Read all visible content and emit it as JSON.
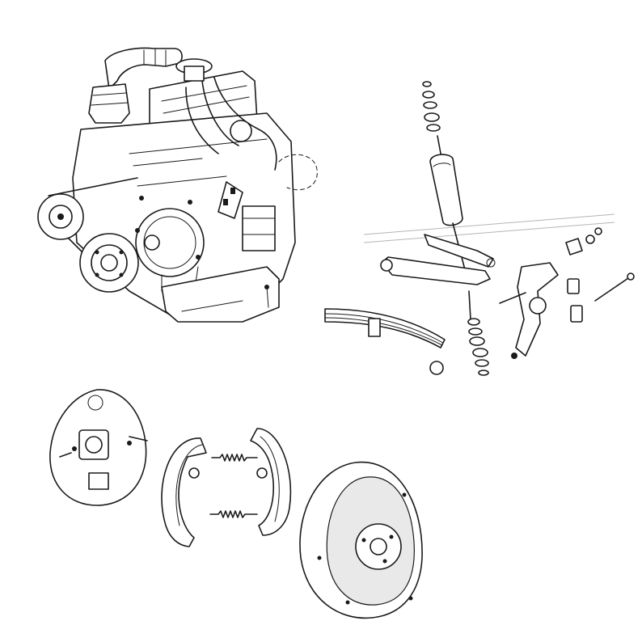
{
  "figure": {
    "background": "#ffffff",
    "line_color": "#1a1a1a",
    "illustrations": [
      {
        "id": "engine",
        "icon": "engine-icon"
      },
      {
        "id": "suspension",
        "icon": "suspension-icon"
      },
      {
        "id": "brake",
        "icon": "brake-icon"
      }
    ]
  }
}
